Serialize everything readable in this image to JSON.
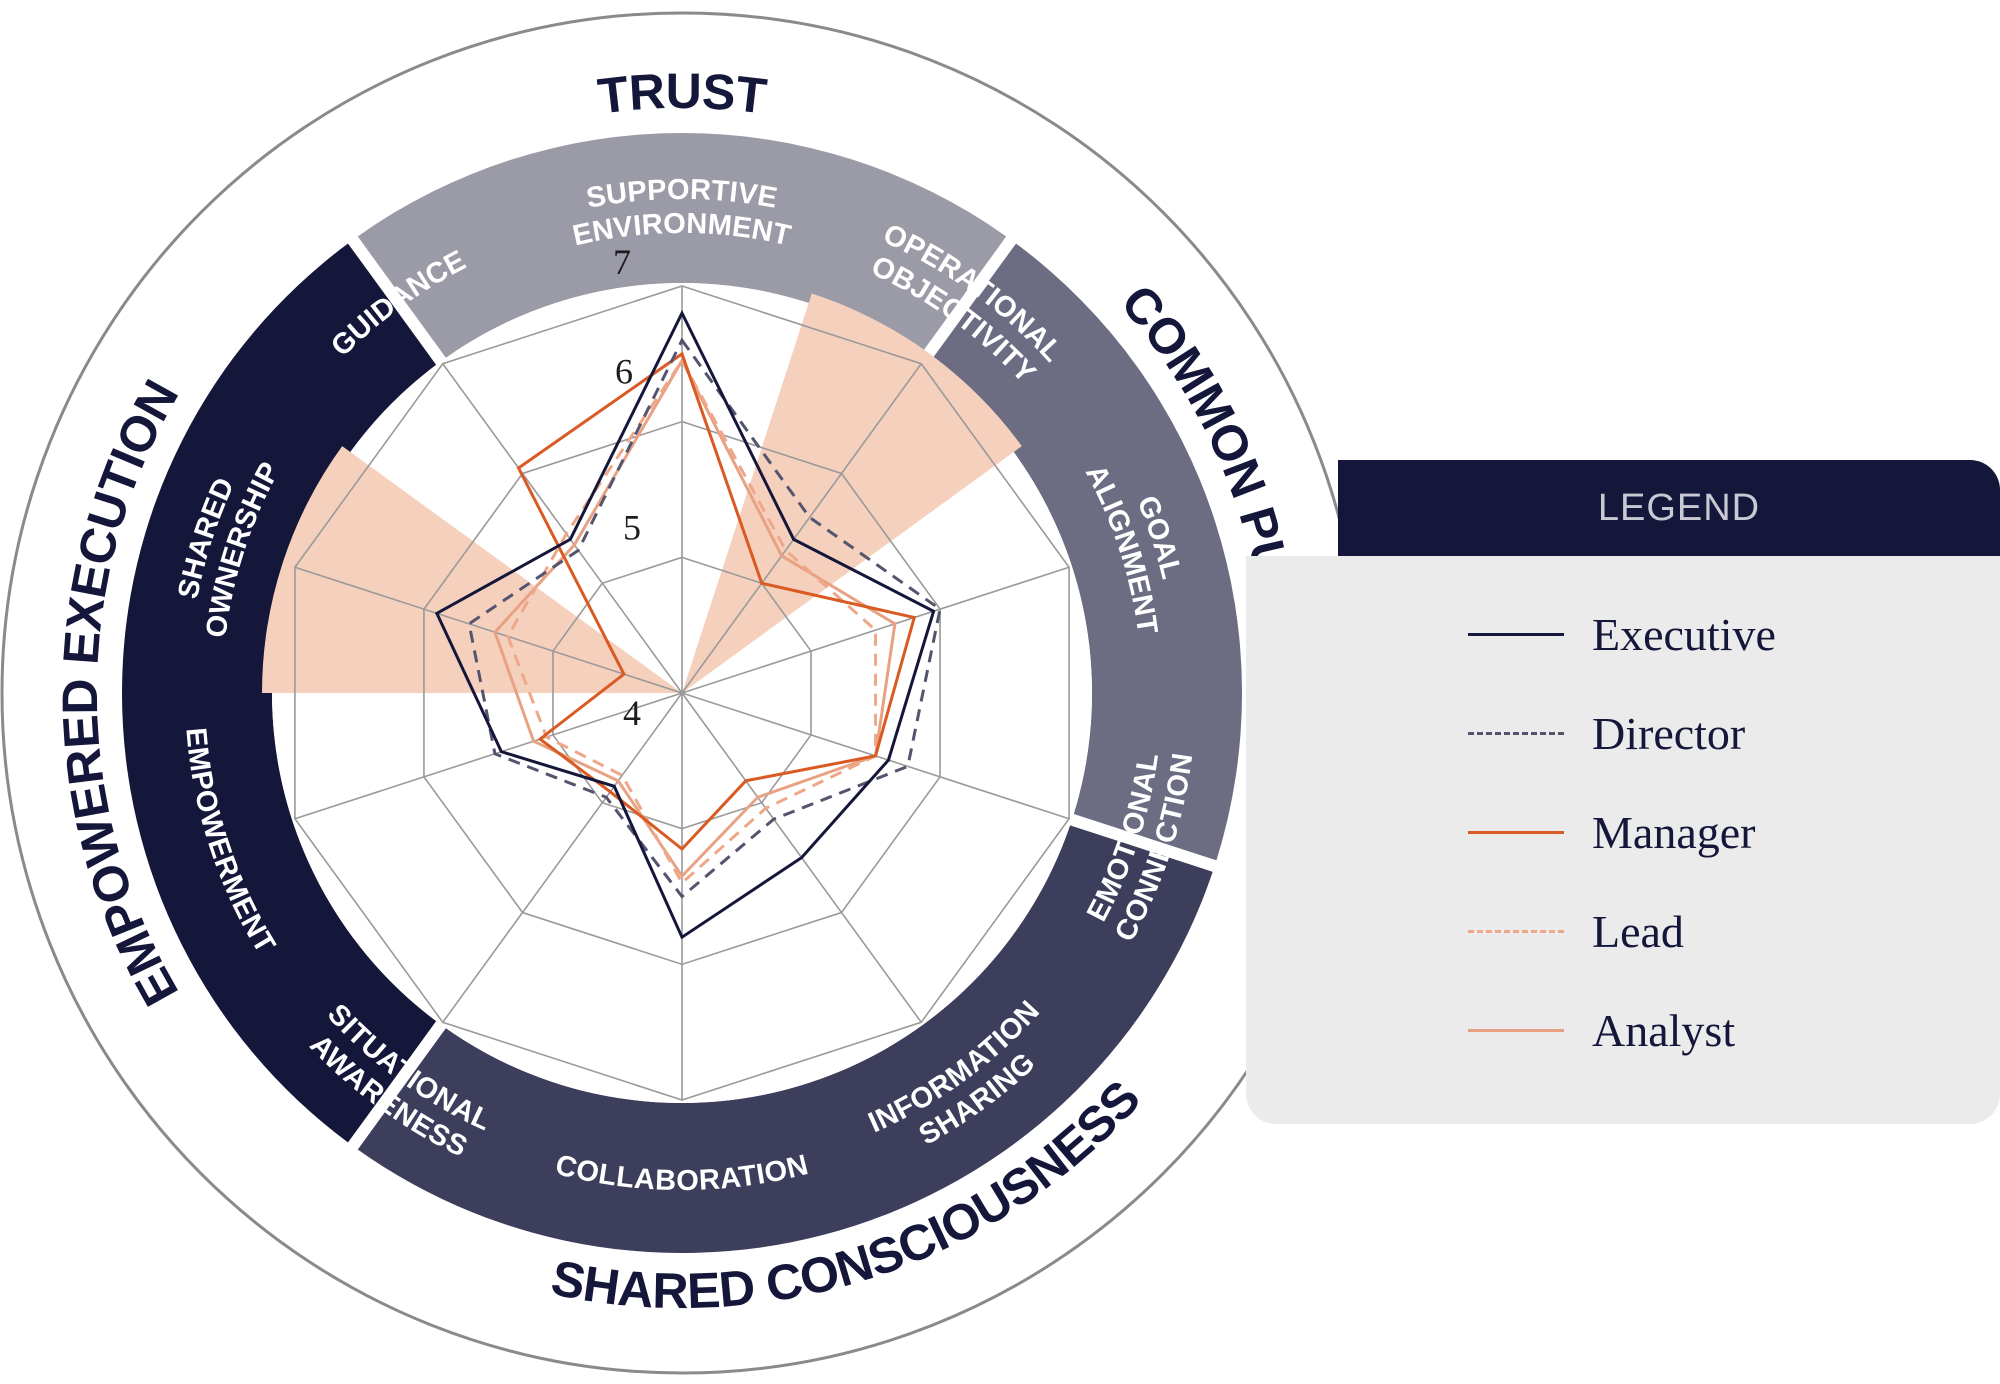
{
  "chart_data": {
    "type": "radar",
    "range": [
      4,
      7
    ],
    "ticks": [
      4,
      5,
      6,
      7
    ],
    "categories": [
      "SUPPORTIVE ENVIRONMENT",
      "OPERATIONAL OBJECTIVITY",
      "GOAL ALIGNMENT",
      "EMOTIONAL CONNECTION",
      "INFORMATION SHARING",
      "COLLABORATION",
      "SITUATIONAL AWARENESS",
      "EMPOWERMENT",
      "SHARED OWNERSHIP",
      "GUIDANCE"
    ],
    "category_lines": [
      [
        "SUPPORTIVE",
        "ENVIRONMENT"
      ],
      [
        "OPERATIONAL",
        "OBJECTIVITY"
      ],
      [
        "GOAL",
        "ALIGNMENT"
      ],
      [
        "EMOTIONAL",
        "CONNECTION"
      ],
      [
        "INFORMATION",
        "SHARING"
      ],
      [
        "COLLABORATION"
      ],
      [
        "SITUATIONAL",
        "AWARENESS"
      ],
      [
        "EMPOWERMENT"
      ],
      [
        "SHARED",
        "OWNERSHIP"
      ],
      [
        "GUIDANCE"
      ]
    ],
    "groups": [
      {
        "name": "TRUST",
        "categories": [
          0,
          1
        ],
        "color": "#9b9ba8"
      },
      {
        "name": "COMMON PURPOSE",
        "categories": [
          2,
          3
        ],
        "color": "#6c6c83"
      },
      {
        "name": "SHARED CONSCIOUSNESS",
        "categories": [
          4,
          5,
          6
        ],
        "color": "#3d3d5c"
      },
      {
        "name": "EMPOWERED EXECUTION",
        "categories": [
          7,
          8,
          9
        ],
        "color": "#14163a"
      }
    ],
    "highlighted_categories": [
      1,
      8
    ],
    "highlight_color": "#f5d0bd",
    "series": [
      {
        "name": "Executive",
        "color": "#14163a",
        "dash": "",
        "width": 3,
        "values": [
          6.8,
          5.4,
          5.95,
          5.6,
          5.5,
          5.8,
          4.85,
          5.4,
          5.9,
          5.4
        ]
      },
      {
        "name": "Director",
        "color": "#54546e",
        "dash": "12 8",
        "width": 3,
        "values": [
          6.6,
          5.6,
          6.0,
          5.75,
          5.15,
          5.5,
          4.95,
          5.45,
          5.65,
          5.3
        ]
      },
      {
        "name": "Manager",
        "color": "#d95a22",
        "dash": "",
        "width": 3,
        "values": [
          6.5,
          5.0,
          5.8,
          5.5,
          4.8,
          5.15,
          4.9,
          5.1,
          4.45,
          6.05
        ]
      },
      {
        "name": "Lead",
        "color": "#eea788",
        "dash": "12 8",
        "width": 3,
        "values": [
          6.45,
          5.3,
          5.5,
          5.5,
          5.05,
          5.4,
          4.75,
          5.05,
          5.35,
          5.45
        ]
      },
      {
        "name": "Analyst",
        "color": "#e8a283",
        "dash": "",
        "width": 3,
        "values": [
          6.45,
          5.25,
          5.65,
          5.5,
          4.95,
          5.35,
          4.8,
          5.15,
          5.45,
          5.35
        ]
      }
    ]
  },
  "legend": {
    "title": "LEGEND"
  }
}
